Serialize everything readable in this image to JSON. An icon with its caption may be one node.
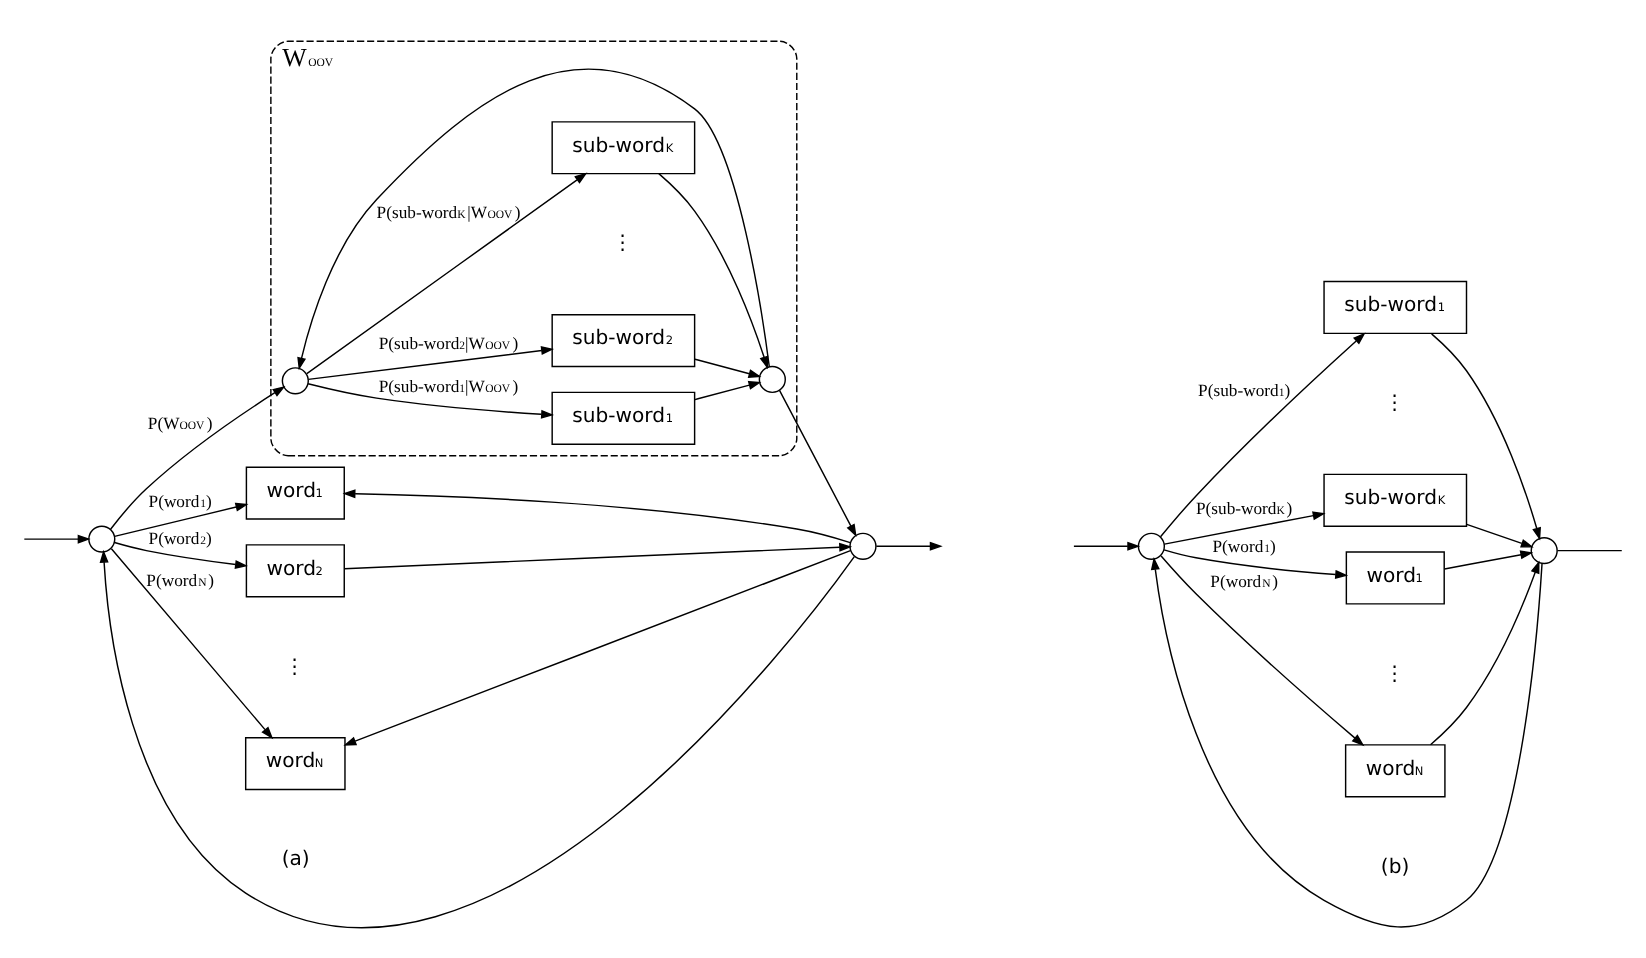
{
  "diagram": {
    "nodes": [
      {
        "text": [
          "W$_{OOV}$"
        ]
      },
      {
        "text": [],
        "shape": "circle",
        "in": 0
      },
      {
        "text": [
          "sub-word$_{1}$"
        ],
        "in": 0
      },
      {
        "text": [
          "sub-word$_{2}$"
        ],
        "in": 0
      },
      {
        "text": [
          "sub-word$_{K}$"
        ],
        "in": 0
      },
      {
        "text": [],
        "shape": "circle",
        "in": 0
      },
      {
        "text": [],
        "shape": "circle"
      },
      {
        "text": [
          "word$_{1}$"
        ]
      },
      {
        "text": [
          "word$_{2}$"
        ]
      },
      {
        "text": [
          "word$_{N}$"
        ]
      },
      {
        "text": [],
        "shape": "circle"
      },
      {
        "text": [],
        "shape": "circle"
      },
      {
        "text": [
          "sub-word$_{1}$"
        ]
      },
      {
        "text": [
          "sub-word$_{K}$"
        ]
      },
      {
        "text": [
          "word$_{1}$"
        ]
      },
      {
        "text": [
          "word$_{N}$"
        ]
      },
      {
        "text": [],
        "shape": "circle"
      }
    ],
    "edges": [
      {
        "from": null,
        "to": 6,
        "arrow": "to"
      },
      {
        "from": 6,
        "to": 1,
        "arrow": "to",
        "label": "P(W$_{OOV}$)"
      },
      {
        "from": 1,
        "to": 2,
        "arrow": "to",
        "label": "P(sub-word$_{1}$|W$_{OOV}$)"
      },
      {
        "from": 1,
        "to": 3,
        "arrow": "to",
        "label": "P(sub-word$_{2}$|W$_{OOV}$)"
      },
      {
        "from": 1,
        "to": 4,
        "arrow": "to",
        "label": "P(sub-word$_{K}$|W$_{OOV}$)"
      },
      {
        "from": 2,
        "to": 5,
        "arrow": "to"
      },
      {
        "from": 3,
        "to": 5,
        "arrow": "to"
      },
      {
        "from": 4,
        "to": 5,
        "arrow": "to"
      },
      {
        "from": 5,
        "to": 1,
        "arrow": "to"
      },
      {
        "from": 5,
        "to": 10,
        "arrow": "to"
      },
      {
        "from": 6,
        "to": 7,
        "arrow": "to",
        "label": "P(word$_{1}$)"
      },
      {
        "from": 6,
        "to": 8,
        "arrow": "to",
        "label": "P(word$_{2}$)"
      },
      {
        "from": 6,
        "to": 9,
        "arrow": "to",
        "label": "P(word$_{N}$)"
      },
      {
        "from": 10,
        "to": 7,
        "arrow": "to"
      },
      {
        "from": 8,
        "to": 10,
        "arrow": "to"
      },
      {
        "from": 10,
        "to": 9,
        "arrow": "to"
      },
      {
        "from": 10,
        "to": 6,
        "arrow": "to"
      },
      {
        "from": 10,
        "to": null,
        "arrow": "to"
      },
      {
        "from": null,
        "to": 11,
        "arrow": "to"
      },
      {
        "from": 11,
        "to": 12,
        "arrow": "to",
        "label": "P(sub-word$_{1}$)"
      },
      {
        "from": 11,
        "to": 13,
        "arrow": "to",
        "label": "P(sub-word$_{K}$)"
      },
      {
        "from": 11,
        "to": 14,
        "arrow": "to",
        "label": "P(word$_{1}$)"
      },
      {
        "from": 11,
        "to": 15,
        "arrow": "to",
        "label": "P(word$_{N}$)"
      },
      {
        "from": 12,
        "to": 16,
        "arrow": "to"
      },
      {
        "from": 13,
        "to": 16,
        "arrow": "to"
      },
      {
        "from": 14,
        "to": 16,
        "arrow": "to"
      },
      {
        "from": 15,
        "to": 16,
        "arrow": "to"
      },
      {
        "from": 16,
        "to": 11,
        "arrow": "to"
      },
      {
        "from": 16,
        "to": null,
        "arrow": "none"
      }
    ],
    "labels": [
      "⋮",
      "⋮",
      "(a)",
      "⋮",
      "⋮",
      "(b)"
    ]
  }
}
